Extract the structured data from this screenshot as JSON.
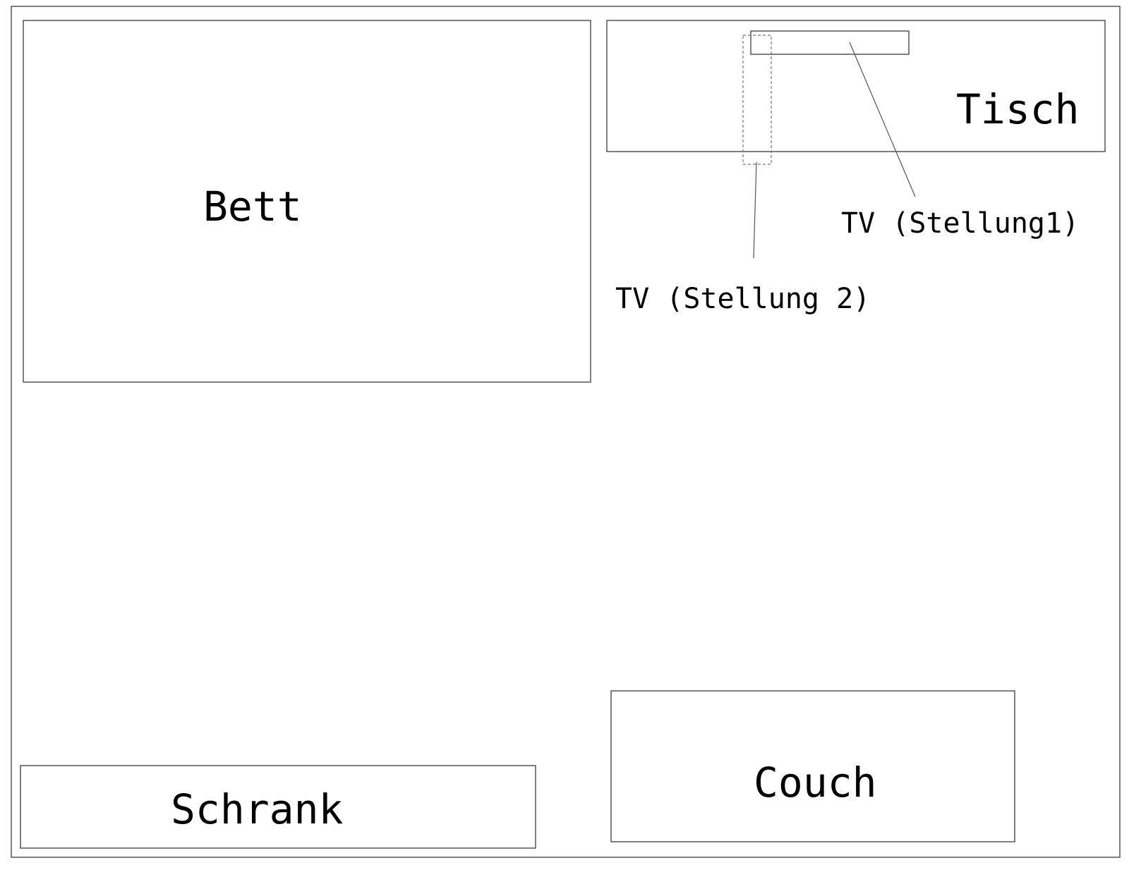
{
  "labels": {
    "bett": "Bett",
    "tisch": "Tisch",
    "tv_stellung1": "TV (Stellung1)",
    "tv_stellung2": "TV (Stellung 2)",
    "schrank": "Schrank",
    "couch": "Couch"
  },
  "colors": {
    "line": "#555555",
    "text": "#000000",
    "background": "#ffffff"
  }
}
